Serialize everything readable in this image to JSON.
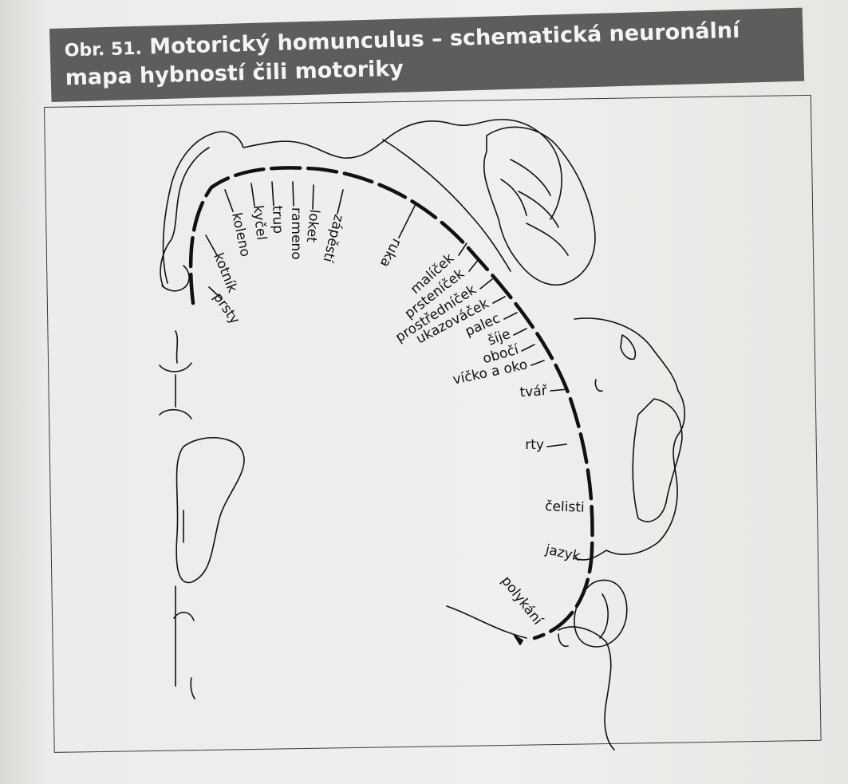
{
  "figure": {
    "number_label": "Obr. 51.",
    "title": "Motorický homunculus – schematická neuronální mapa hybností čili motoriky"
  },
  "labels": {
    "prsty": "prsty",
    "kotnik": "kotník",
    "koleno": "koleno",
    "kycel": "kyčel",
    "trup": "trup",
    "rameno": "rameno",
    "loket": "loket",
    "zapesti": "zápěstí",
    "ruka": "ruka",
    "malicek": "malíček",
    "prstenicek": "prsteníček",
    "prostrednicek": "prostředníček",
    "ukazovacek": "ukazováček",
    "palec": "palec",
    "sije": "šíje",
    "oboci": "obočí",
    "vicko": "víčko a oko",
    "tvar": "tvář",
    "rty": "rty",
    "celisti": "čelisti",
    "jazyk": "jazyk",
    "polykani": "polykání"
  },
  "colors": {
    "title_bar": "#5d5d5b",
    "ink": "#111111",
    "paper": "#efefed"
  }
}
